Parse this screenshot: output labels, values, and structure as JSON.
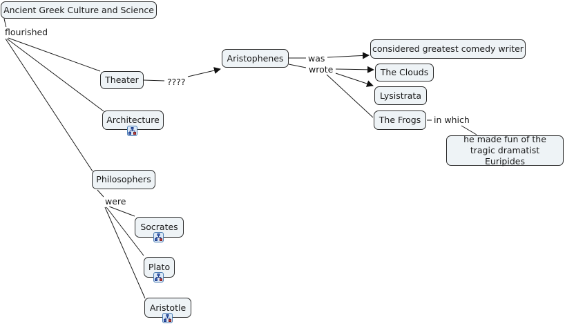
{
  "map": {
    "concepts": {
      "root": "Ancient Greek Culture and Science",
      "theater": "Theater",
      "architecture": "Architecture",
      "philosophers": "Philosophers",
      "aristophenes": "Aristophenes",
      "considered": "considered greatest comedy writer",
      "clouds": "The Clouds",
      "lysistrata": "Lysistrata",
      "frogs": "The Frogs",
      "madefun": "he made fun of the tragic dramatist Euripides",
      "socrates": "Socrates",
      "plato": "Plato",
      "aristotle": "Aristotle"
    },
    "linking_phrases": {
      "flourished": "flourished",
      "unknown": "????",
      "was": "was",
      "wrote": "wrote",
      "in_which": "in which",
      "were": "were"
    },
    "resource_icons": {
      "architecture": "submap-icon",
      "socrates": "submap-icon",
      "plato": "submap-icon",
      "aristotle": "submap-icon"
    },
    "colors": {
      "concept_fill": "#eef3f6",
      "concept_border": "#2a2a2a",
      "link_line": "#1a1a1a",
      "icon_border": "#4a7db5"
    }
  }
}
